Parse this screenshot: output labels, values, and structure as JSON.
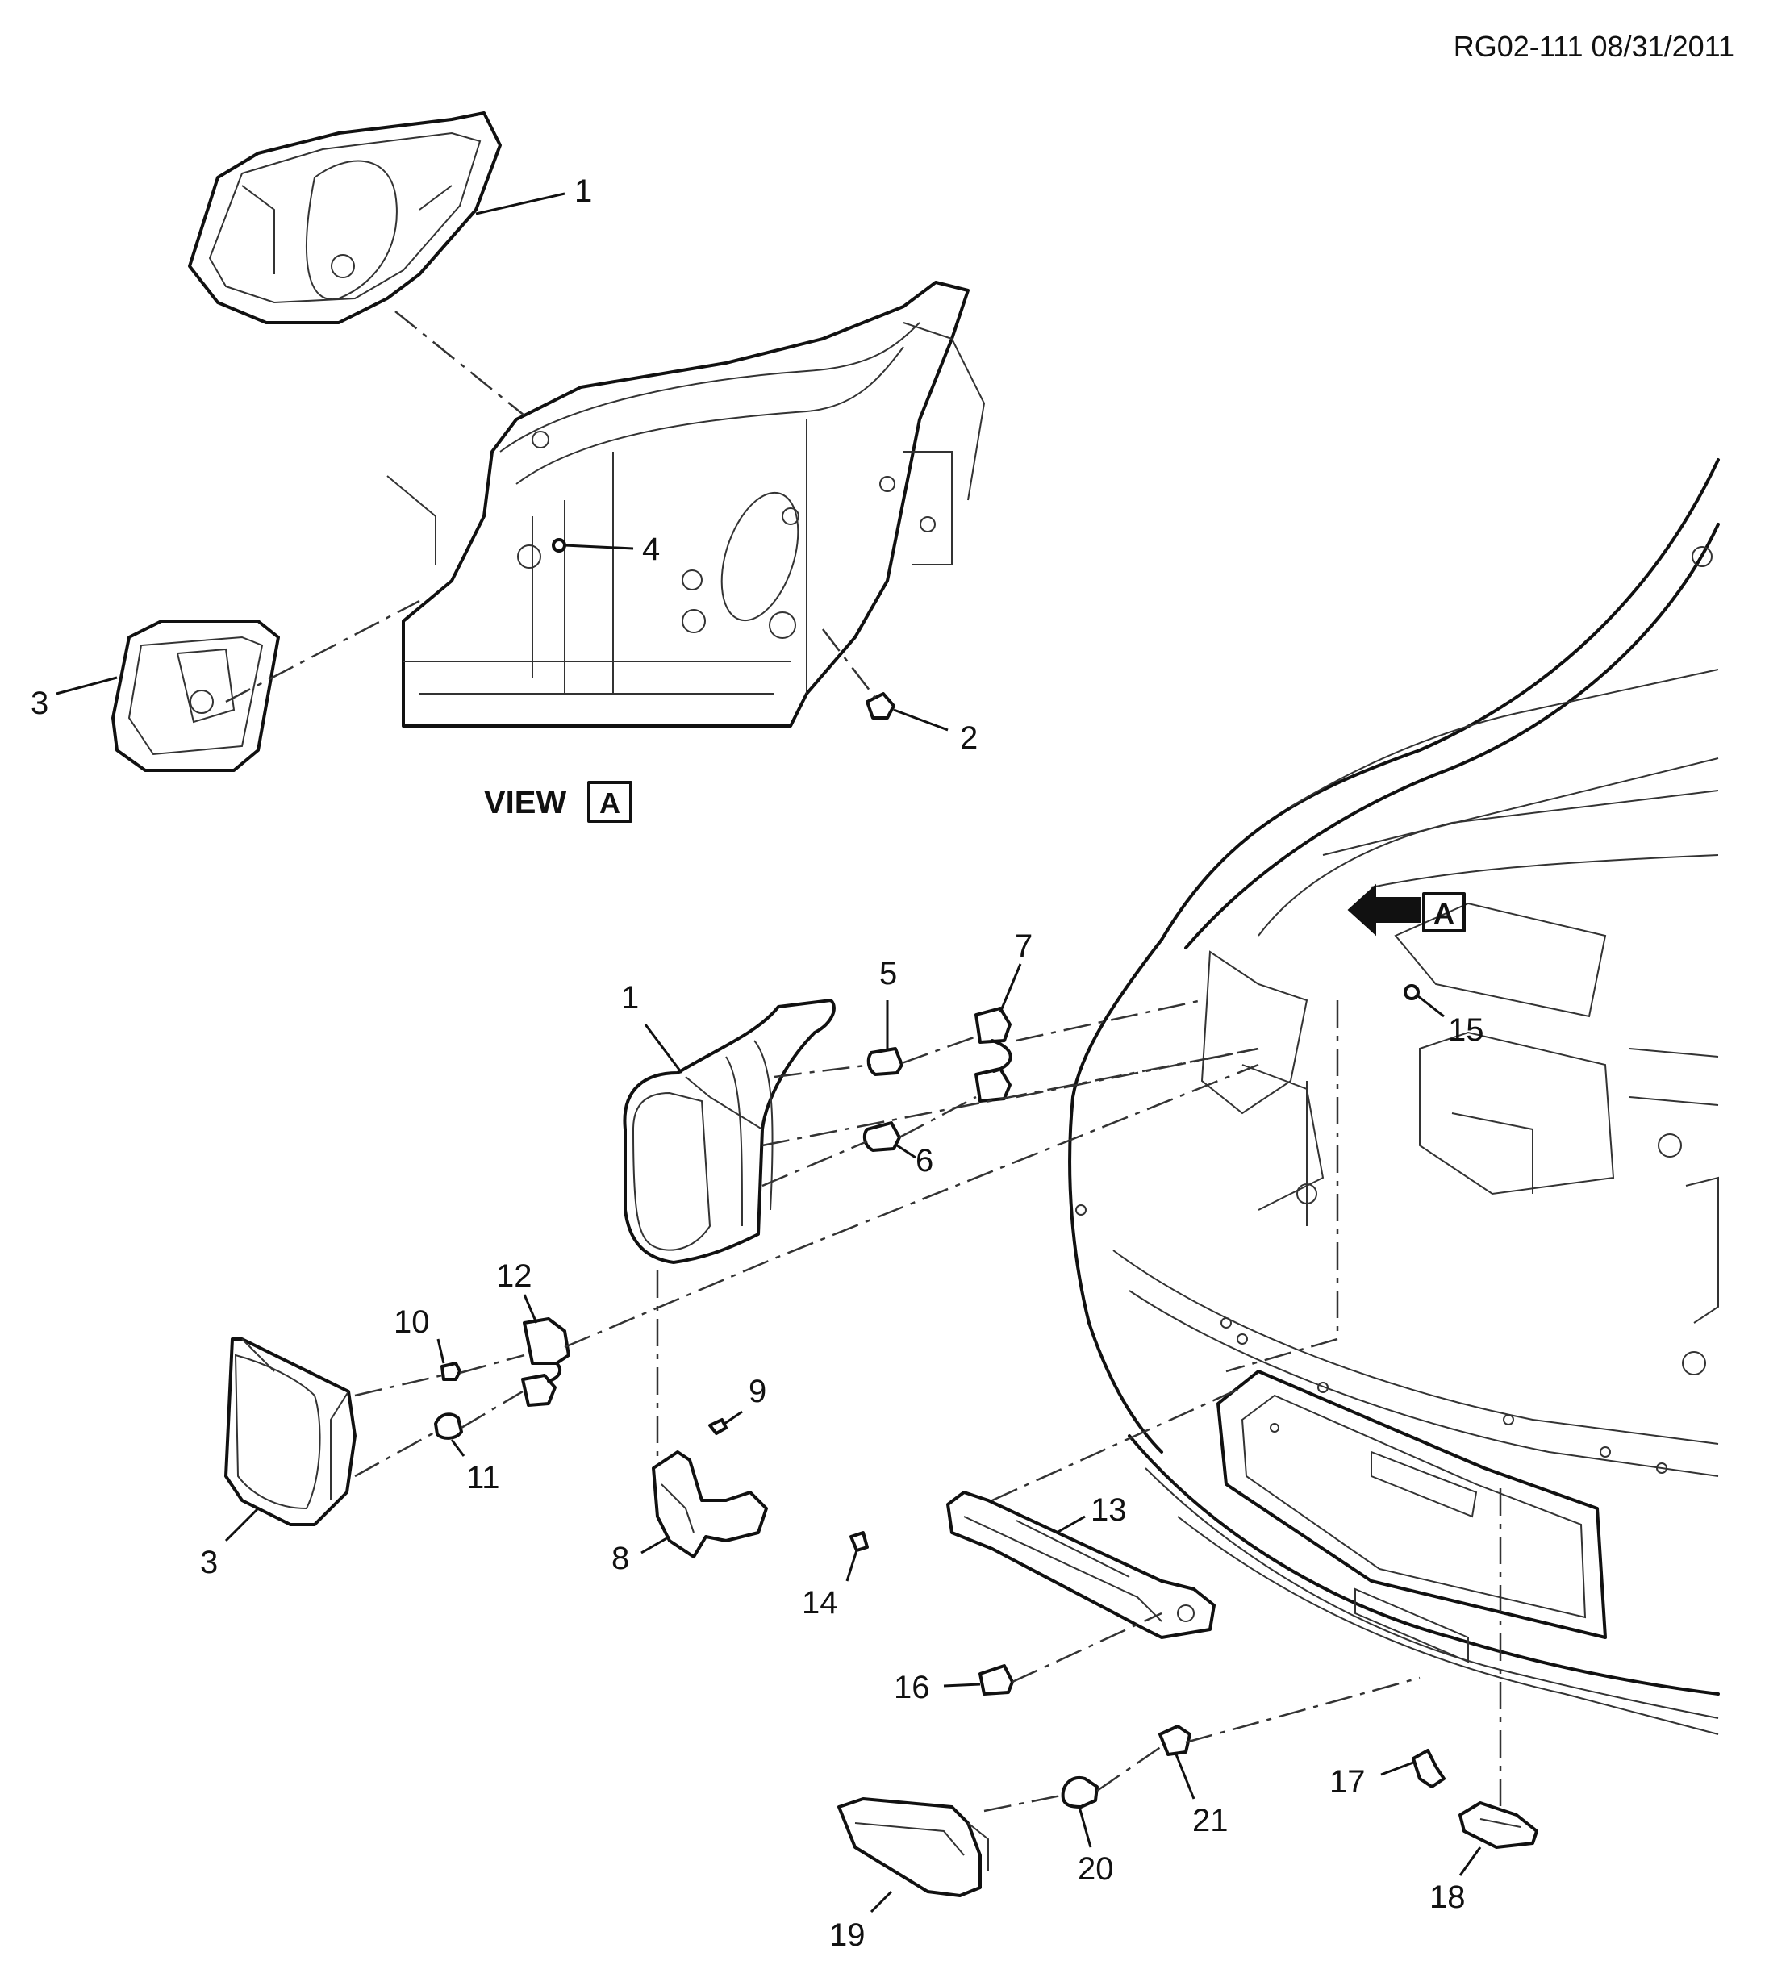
{
  "document_id": "RG02-111 08/31/2011",
  "view_label": "VIEW",
  "view_letter": "A",
  "arrow_letter": "A",
  "callouts": [
    {
      "id": "c1-top",
      "label": "1"
    },
    {
      "id": "c2",
      "label": "2"
    },
    {
      "id": "c3-top",
      "label": "3"
    },
    {
      "id": "c4",
      "label": "4"
    },
    {
      "id": "c1",
      "label": "1"
    },
    {
      "id": "c5",
      "label": "5"
    },
    {
      "id": "c7",
      "label": "7"
    },
    {
      "id": "c6",
      "label": "6"
    },
    {
      "id": "c15",
      "label": "15"
    },
    {
      "id": "c12",
      "label": "12"
    },
    {
      "id": "c10",
      "label": "10"
    },
    {
      "id": "c11",
      "label": "11"
    },
    {
      "id": "c9",
      "label": "9"
    },
    {
      "id": "c3",
      "label": "3"
    },
    {
      "id": "c8",
      "label": "8"
    },
    {
      "id": "c13",
      "label": "13"
    },
    {
      "id": "c14",
      "label": "14"
    },
    {
      "id": "c16",
      "label": "16"
    },
    {
      "id": "c17",
      "label": "17"
    },
    {
      "id": "c21",
      "label": "21"
    },
    {
      "id": "c20",
      "label": "20"
    },
    {
      "id": "c18",
      "label": "18"
    },
    {
      "id": "c19",
      "label": "19"
    }
  ]
}
